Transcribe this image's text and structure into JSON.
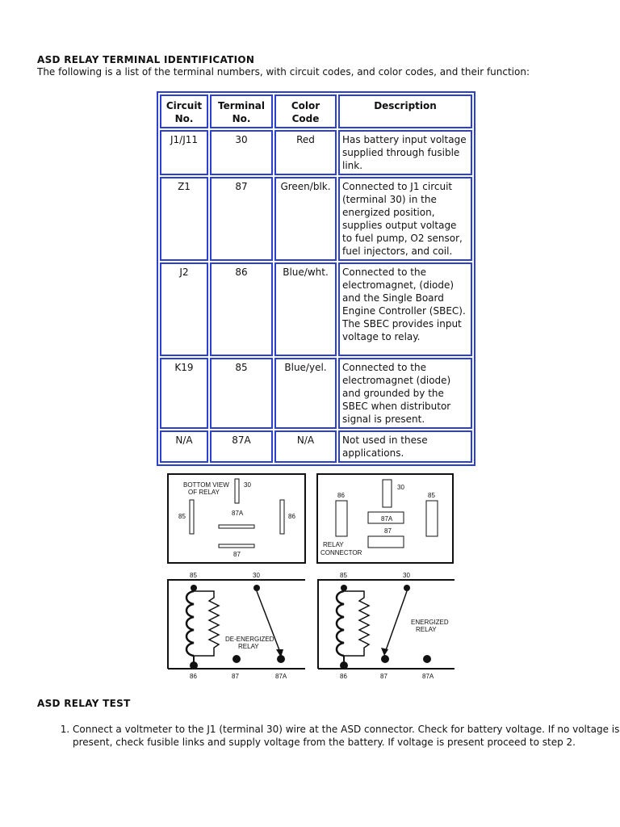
{
  "title": "ASD RELAY TERMINAL IDENTIFICATION",
  "intro": "The following is a list of the terminal numbers, with circuit codes, and color codes, and their function:",
  "table": {
    "headers": [
      "Circuit No.",
      "Terminal No.",
      "Color Code",
      "Description"
    ],
    "rows": [
      [
        "J1/J11",
        "30",
        "Red",
        "Has battery input voltage supplied through fusible link."
      ],
      [
        "Z1",
        "87",
        "Green/blk.",
        "Connected to J1 circuit (terminal 30) in the energized position, supplies output voltage to fuel pump, O2 sensor, fuel injectors, and coil."
      ],
      [
        "J2",
        "86",
        "Blue/wht.",
        "Connected to the electromagnet, (diode) and the Single Board Engine Controller (SBEC). The SBEC provides input voltage to relay."
      ],
      [
        "K19",
        "85",
        "Blue/yel.",
        "Connected to the electromagnet (diode) and grounded by the SBEC when distributor signal is present."
      ],
      [
        "N/A",
        "87A",
        "N/A",
        "Not used in these applications."
      ]
    ]
  },
  "diagrams": {
    "bottom_view_title_1": "BOTTOM VIEW",
    "bottom_view_title_2": "OF RELAY",
    "connector_label_1": "RELAY",
    "connector_label_2": "CONNECTOR",
    "terminals": {
      "t30": "30",
      "t87A": "87A",
      "t87": "87",
      "t85": "85",
      "t86": "86"
    },
    "deenergized_1": "DE-ENERGIZED",
    "deenergized_2": "RELAY",
    "energized_1": "ENERGIZED",
    "energized_2": "RELAY"
  },
  "test": {
    "title": "ASD RELAY TEST",
    "steps": [
      "Connect a voltmeter to the J1 (terminal 30) wire at the ASD connector. Check for battery voltage. If no voltage is present, check fusible links and supply voltage from the battery. If voltage is present proceed to step 2."
    ]
  }
}
